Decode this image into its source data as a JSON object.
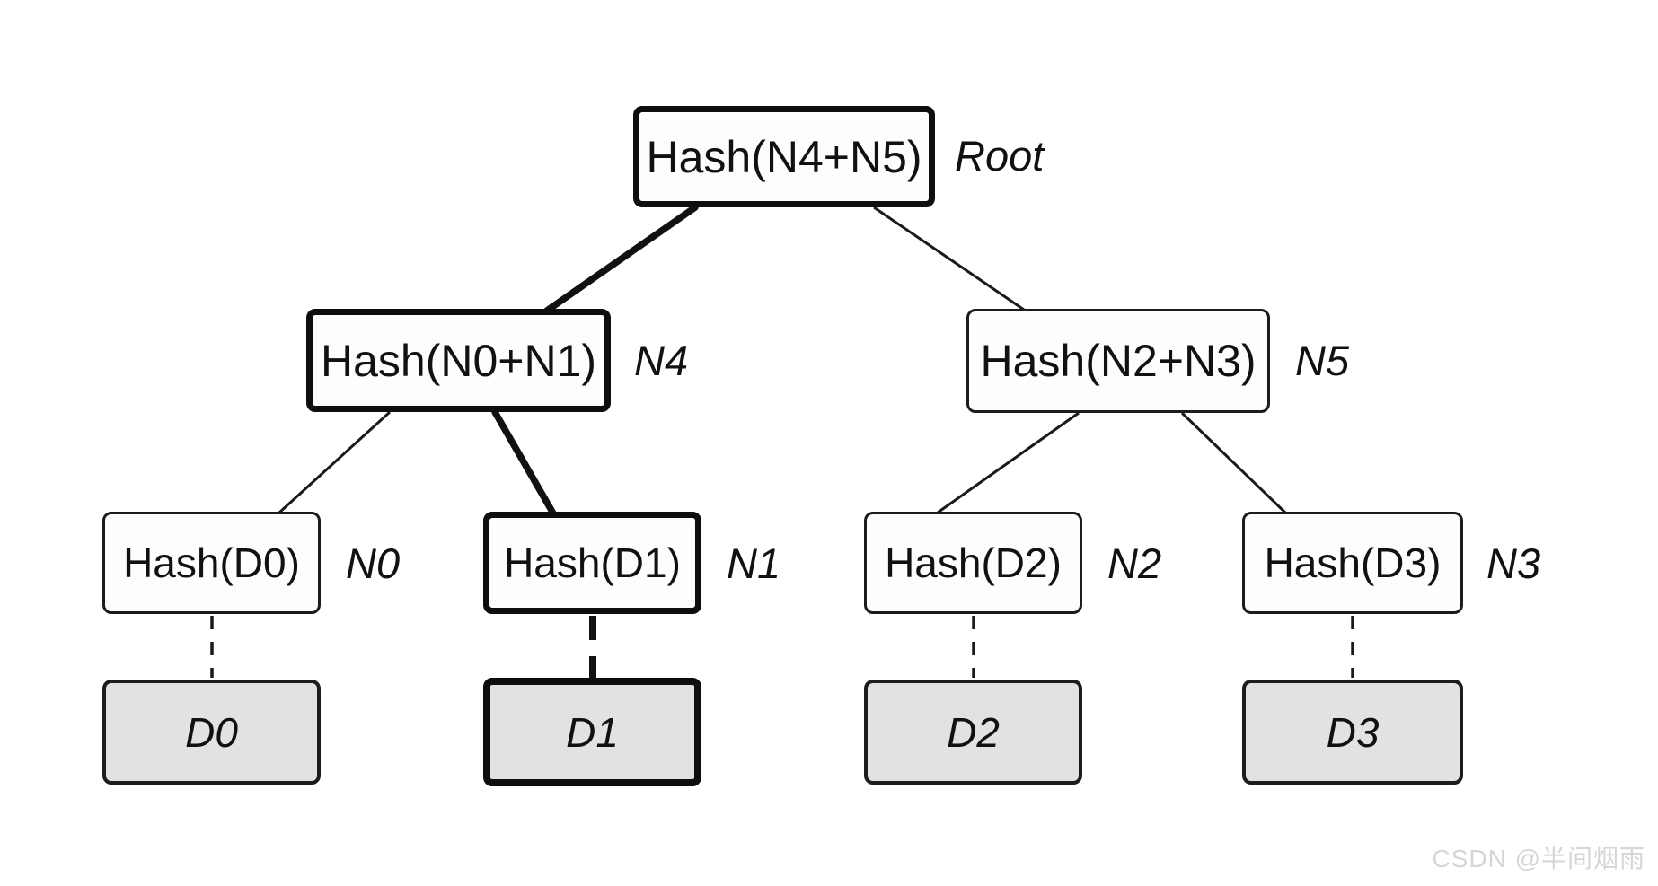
{
  "diagram_type": "merkle-tree",
  "tree": {
    "root": {
      "text": "Hash(N4+N5)",
      "label": "Root"
    },
    "n4": {
      "text": "Hash(N0+N1)",
      "label": "N4"
    },
    "n5": {
      "text": "Hash(N2+N3)",
      "label": "N5"
    },
    "n0": {
      "text": "Hash(D0)",
      "label": "N0"
    },
    "n1": {
      "text": "Hash(D1)",
      "label": "N1"
    },
    "n2": {
      "text": "Hash(D2)",
      "label": "N2"
    },
    "n3": {
      "text": "Hash(D3)",
      "label": "N3"
    },
    "d0": {
      "text": "D0"
    },
    "d1": {
      "text": "D1"
    },
    "d2": {
      "text": "D2"
    },
    "d3": {
      "text": "D3"
    },
    "edges": [
      {
        "from": "Root",
        "to": "N4",
        "style": "bold-solid"
      },
      {
        "from": "Root",
        "to": "N5",
        "style": "solid"
      },
      {
        "from": "N4",
        "to": "N0",
        "style": "solid"
      },
      {
        "from": "N4",
        "to": "N1",
        "style": "bold-solid"
      },
      {
        "from": "N5",
        "to": "N2",
        "style": "solid"
      },
      {
        "from": "N5",
        "to": "N3",
        "style": "solid"
      },
      {
        "from": "N0",
        "to": "D0",
        "style": "dashed"
      },
      {
        "from": "N1",
        "to": "D1",
        "style": "bold-dashed"
      },
      {
        "from": "N2",
        "to": "D2",
        "style": "dashed"
      },
      {
        "from": "N3",
        "to": "D3",
        "style": "dashed"
      }
    ],
    "highlighted_path": [
      "Root",
      "N4",
      "N1",
      "D1"
    ]
  },
  "colors": {
    "stroke": "#1a1a1a",
    "node_fill": "#fdfdfd",
    "data_fill": "#e2e2e2",
    "background": "#ffffff",
    "watermark": "#d6d6d6"
  },
  "watermark": {
    "text": "CSDN @半间烟雨"
  }
}
